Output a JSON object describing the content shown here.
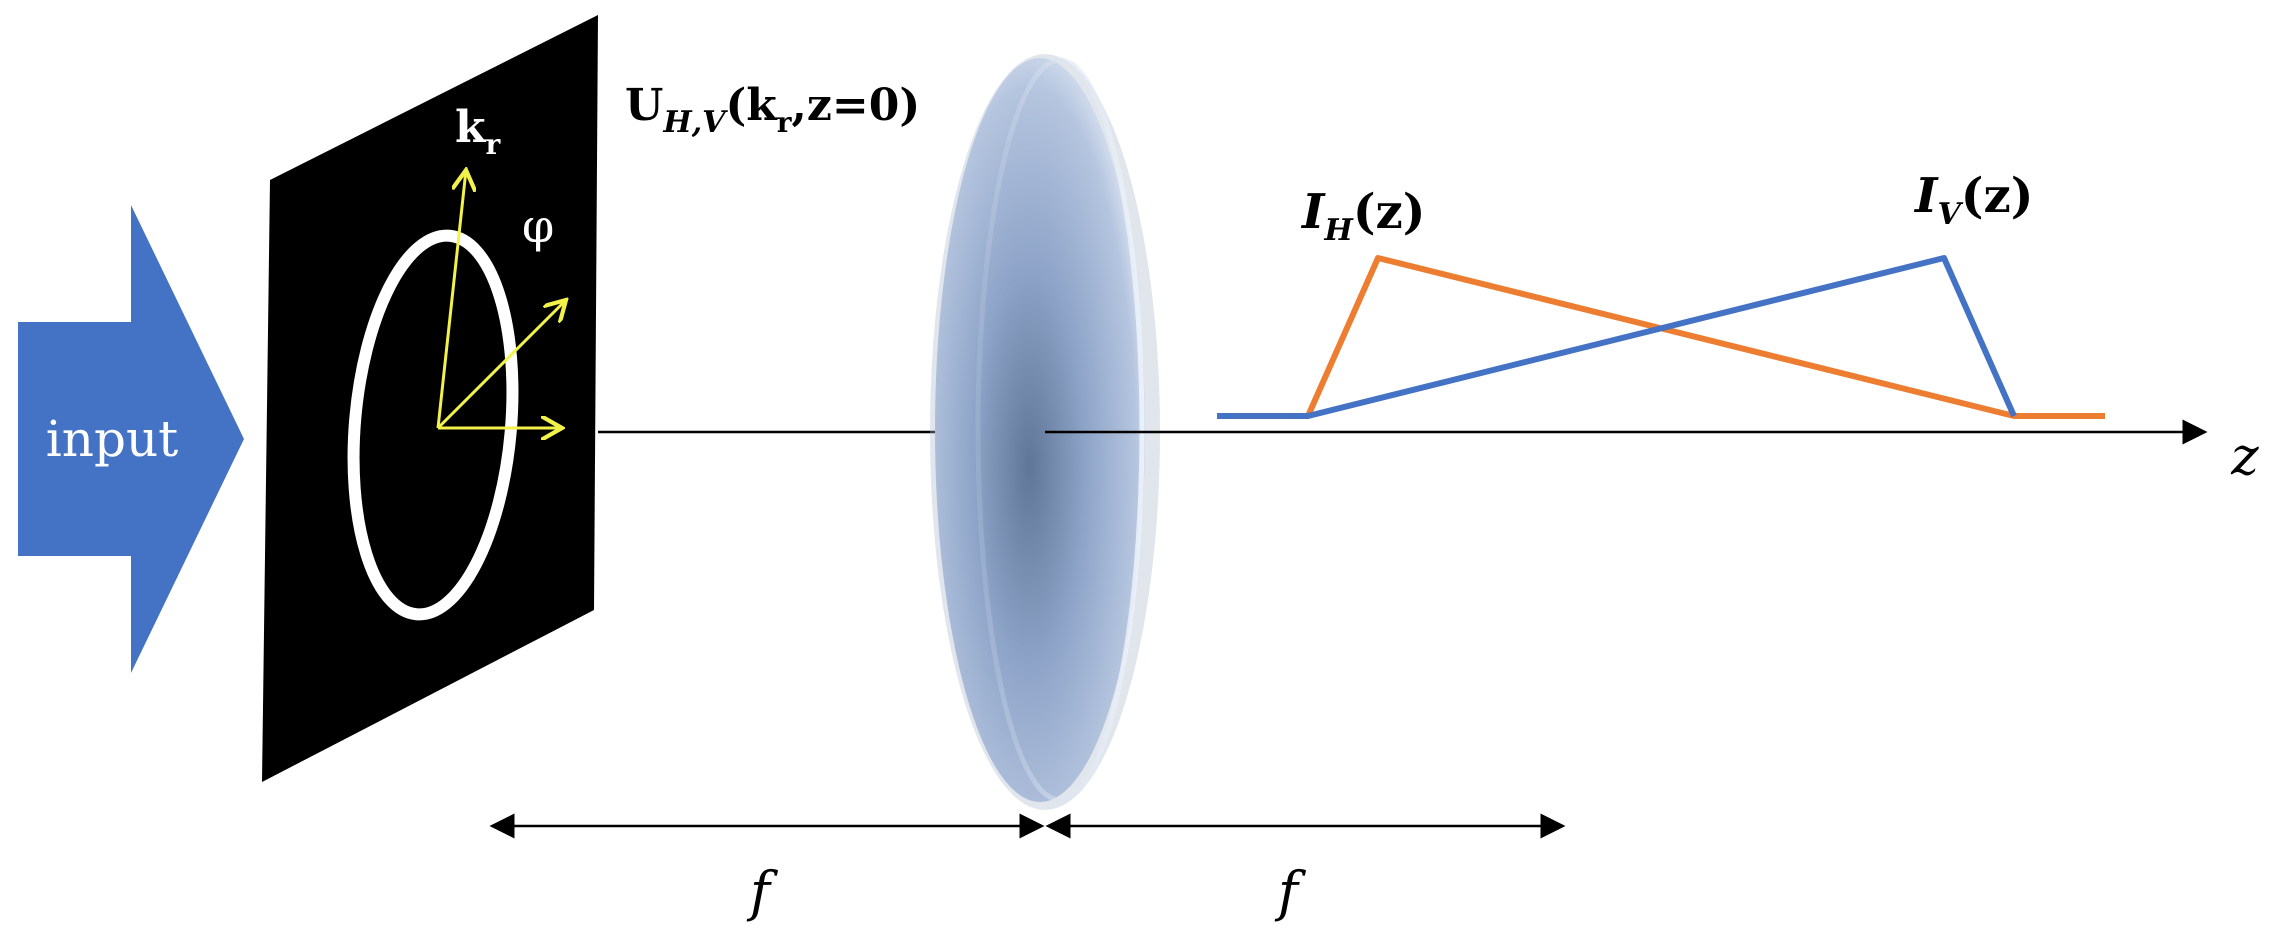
{
  "input_arrow": {
    "label": "input",
    "color": "#4472C4"
  },
  "plane": {
    "field_label": {
      "main": "U",
      "sub": "H,V",
      "args": "(k",
      "args_sub": "r",
      "args_tail": ",z=0)"
    },
    "kr_label": {
      "main": "k",
      "sub": "r"
    },
    "phi_label": "φ",
    "ring_color": "#ffffff",
    "vector_color": "#F2F24A"
  },
  "axis": {
    "label": "z"
  },
  "focal": {
    "left_label": "f",
    "right_label": "f"
  },
  "intensity": {
    "horizontal": {
      "main": "I",
      "sub": "H",
      "tail": "(z)",
      "color": "#ED7D31"
    },
    "vertical": {
      "main": "I",
      "sub": "V",
      "tail": "(z)",
      "color": "#4472C4"
    }
  }
}
